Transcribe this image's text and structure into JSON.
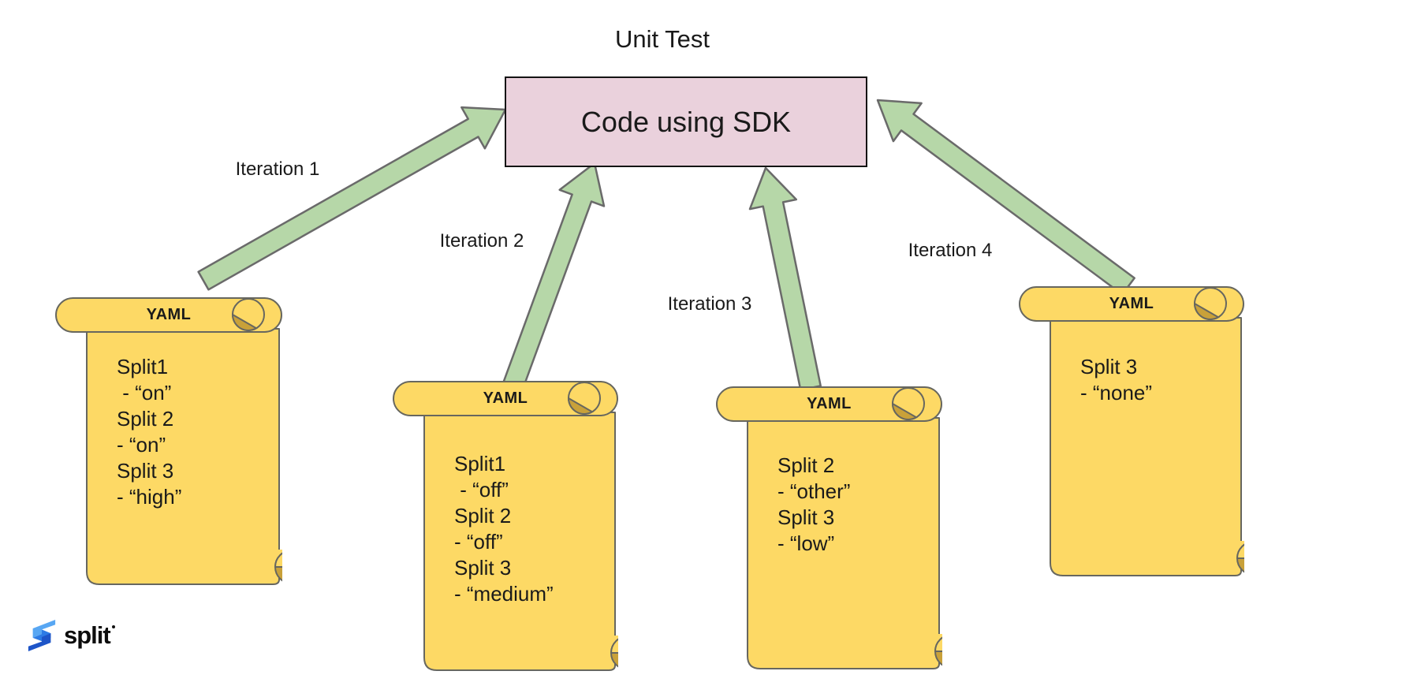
{
  "title": "Unit Test",
  "sdk_box": {
    "label": "Code using SDK"
  },
  "iteration_labels": [
    "Iteration 1",
    "Iteration 2",
    "Iteration 3",
    "Iteration 4"
  ],
  "scrolls": [
    {
      "header": "YAML",
      "lines": [
        "Split1",
        " - “on”",
        "Split 2",
        "- “on”",
        "Split 3",
        "- “high”"
      ]
    },
    {
      "header": "YAML",
      "lines": [
        "Split1",
        " - “off”",
        "Split 2",
        "- “off”",
        "Split 3",
        "- “medium”"
      ]
    },
    {
      "header": "YAML",
      "lines": [
        "Split 2",
        "- “other”",
        "Split 3",
        "- “low”"
      ]
    },
    {
      "header": "YAML",
      "lines": [
        "Split 3",
        "- “none”"
      ]
    }
  ],
  "logo": {
    "text": "split"
  },
  "colors": {
    "sdk_box_fill": "#ead1dc",
    "arrow_fill": "#b6d7a8",
    "arrow_stroke": "#6a6a6a",
    "scroll_fill": "#fdd965",
    "scroll_curl_fill": "#c9a139",
    "scroll_stroke": "#67675f",
    "logo_light_blue": "#58a7f3",
    "logo_mid_blue": "#2d7be5",
    "logo_dark_blue": "#1e55c8"
  }
}
